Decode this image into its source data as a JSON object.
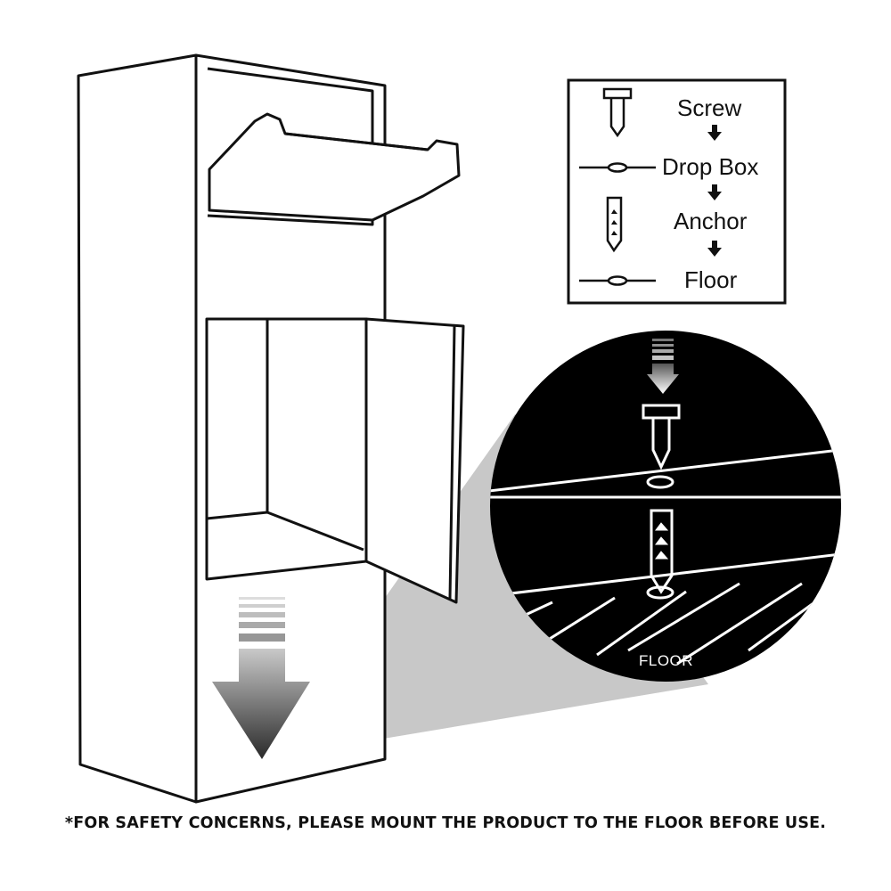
{
  "legend": {
    "items": [
      {
        "label": "Screw",
        "icon": "screw-icon"
      },
      {
        "label": "Drop Box",
        "icon": "layer-line-icon"
      },
      {
        "label": "Anchor",
        "icon": "anchor-icon"
      },
      {
        "label": "Floor",
        "icon": "layer-line-icon"
      }
    ]
  },
  "detail": {
    "floor_label": "FLOOR"
  },
  "footnote": "*FOR SAFETY CONCERNS, PLEASE MOUNT THE PRODUCT TO THE FLOOR BEFORE USE.",
  "colors": {
    "line": "#111111",
    "detail_background": "#000000",
    "projection_cone": "#c8c8c8",
    "arrow_dark": "#333333",
    "arrow_light": "#ffffff"
  }
}
